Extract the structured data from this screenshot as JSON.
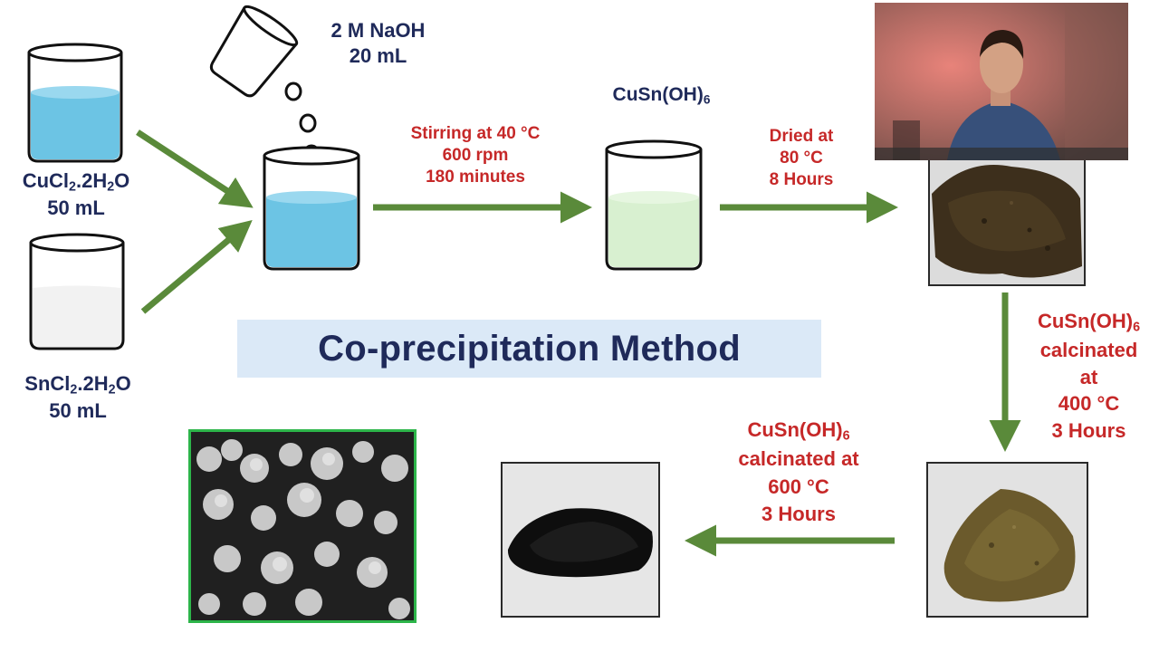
{
  "title": "Co-precipitation Method",
  "reagents": {
    "cucl2": {
      "name_prefix": "CuCl",
      "sub1": "2",
      "mid": ".2H",
      "sub2": "2",
      "suffix": "O",
      "volume": "50 mL"
    },
    "sncl2": {
      "name_prefix": "SnCl",
      "sub1": "2",
      "mid": ".2H",
      "sub2": "2",
      "suffix": "O",
      "volume": "50 mL"
    },
    "naoh": {
      "line1": "2 M NaOH",
      "line2": "20 mL"
    }
  },
  "product": {
    "name": "CuSn(OH)",
    "sub": "6"
  },
  "steps": {
    "stirring": [
      "Stirring at 40 °C",
      "600 rpm",
      "180 minutes"
    ],
    "drying": [
      "Dried at",
      "80 °C",
      "8 Hours"
    ],
    "calc400": {
      "name": "CuSn(OH)",
      "sub": "6",
      "lines": [
        "calcinated",
        "at",
        "400 °C",
        "3 Hours"
      ]
    },
    "calc600": {
      "name": "CuSn(OH)",
      "sub": "6",
      "lines": [
        "calcinated at",
        "600 °C",
        "3 Hours"
      ]
    }
  },
  "colors": {
    "navy": "#1f2a5a",
    "red": "#c62828",
    "arrow": "#5a8a3a",
    "blue_liquid": "#6cc4e4",
    "green_liquid": "#d8f0d0",
    "white_liquid": "#f2f2f2",
    "title_bg": "#dbe9f7",
    "sem_border": "#2db54a"
  }
}
